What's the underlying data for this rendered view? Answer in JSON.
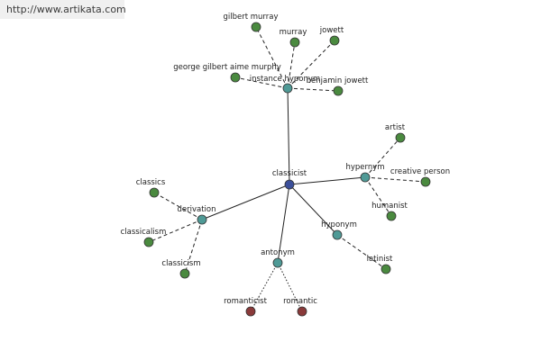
{
  "banner": {
    "url": "http://www.artikata.com"
  },
  "colors": {
    "center": "#3b4f9a",
    "relation": "#4f9a96",
    "word": "#4a8a3f",
    "antonym_word": "#8a3a3a"
  },
  "graph": {
    "center": {
      "id": "classicist",
      "label": "classicist"
    },
    "relations": [
      {
        "id": "instance-hyponym",
        "label": "instance hyponym",
        "words": [
          {
            "id": "gilbert-murray",
            "label": "gilbert murray"
          },
          {
            "id": "murray",
            "label": "murray"
          },
          {
            "id": "jowett",
            "label": "jowett"
          },
          {
            "id": "george-gilbert-aime-murphy",
            "label": "george gilbert aime murphy"
          },
          {
            "id": "benjamin-jowett",
            "label": "benjamin jowett"
          }
        ]
      },
      {
        "id": "hypernym",
        "label": "hypernym",
        "words": [
          {
            "id": "artist",
            "label": "artist"
          },
          {
            "id": "creative-person",
            "label": "creative person"
          },
          {
            "id": "humanist",
            "label": "humanist"
          }
        ]
      },
      {
        "id": "hyponym",
        "label": "hyponym",
        "words": [
          {
            "id": "latinist",
            "label": "latinist"
          }
        ]
      },
      {
        "id": "antonym",
        "label": "antonym",
        "words": [
          {
            "id": "romanticist",
            "label": "romanticist"
          },
          {
            "id": "romantic",
            "label": "romantic"
          }
        ]
      },
      {
        "id": "derivation",
        "label": "derivation",
        "words": [
          {
            "id": "classics",
            "label": "classics"
          },
          {
            "id": "classicalism",
            "label": "classicalism"
          },
          {
            "id": "classicism",
            "label": "classicism"
          }
        ]
      }
    ]
  }
}
